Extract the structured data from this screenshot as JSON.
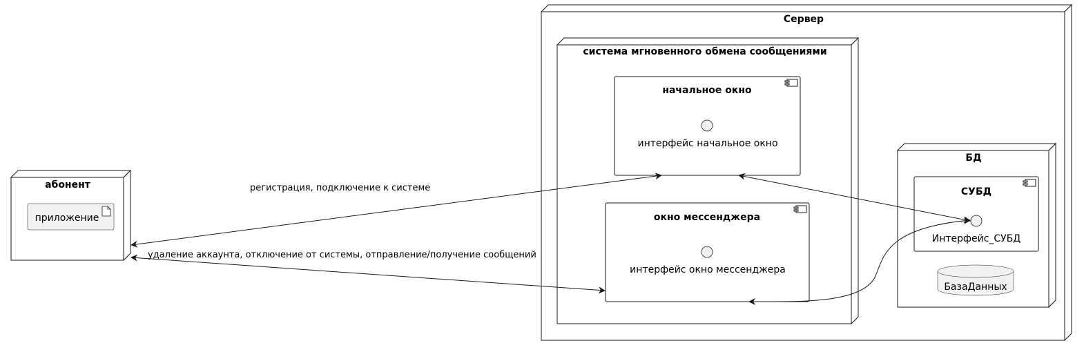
{
  "nodes": {
    "server": {
      "label": "Сервер"
    },
    "ims": {
      "label": "система мгновенного обмена сообщениями"
    },
    "db_node": {
      "label": "БД"
    },
    "subscriber": {
      "label": "абонент"
    }
  },
  "components": {
    "start_window": {
      "label": "начальное окно",
      "interface": "интерфейс начальное окно"
    },
    "messenger_window": {
      "label": "окно мессенджера",
      "interface": "интерфейс окно мессенджера"
    },
    "dbms": {
      "label": "СУБД",
      "interface": "Интерфейс_СУБД"
    }
  },
  "artifact": {
    "label": "приложение"
  },
  "database": {
    "label": "БазаДанных"
  },
  "edges": [
    {
      "label": "регистрация, подключение к системе"
    },
    {
      "label": "удаление аккаунта, отключение от системы, отправление/получение сообщений"
    }
  ],
  "colors": {
    "stroke": "#181818",
    "fill": "#f1f1f1",
    "background": "#ffffff"
  },
  "icons": {
    "component": "component-icon",
    "artifact": "artifact-icon",
    "interface": "interface-circle-icon"
  }
}
